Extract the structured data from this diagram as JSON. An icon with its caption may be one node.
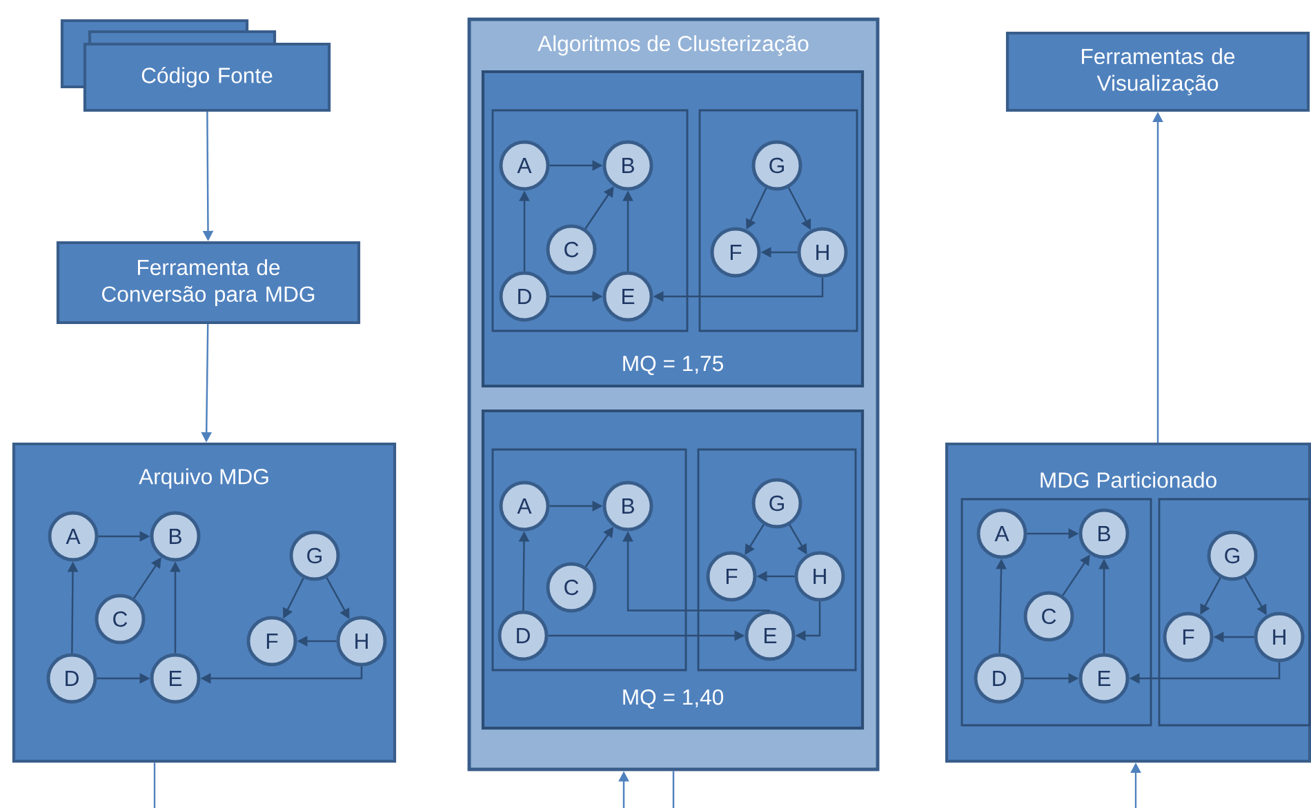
{
  "diagram": {
    "nodes": [
      {
        "text": [
          "Código Fonte"
        ]
      },
      {
        "text": [
          "Ferramenta de Conversão para MDG"
        ]
      },
      {
        "text": [
          "Arquivo MDG"
        ]
      },
      {
        "text": [
          "A"
        ],
        "in": 2
      },
      {
        "text": [
          "B"
        ],
        "in": 2
      },
      {
        "text": [
          "C"
        ],
        "in": 2
      },
      {
        "text": [
          "D"
        ],
        "in": 2
      },
      {
        "text": [
          "E"
        ],
        "in": 2
      },
      {
        "text": [
          "F"
        ],
        "in": 2
      },
      {
        "text": [
          "G"
        ],
        "in": 2
      },
      {
        "text": [
          "H"
        ],
        "in": 2
      },
      {
        "text": [
          "Algoritmos de Clusterização"
        ]
      },
      {
        "text": [
          "MQ = 1,75"
        ],
        "in": 11
      },
      {
        "text": [],
        "shape": "box",
        "in": 12
      },
      {
        "text": [],
        "shape": "box",
        "in": 12
      },
      {
        "text": [
          "A"
        ],
        "in": 13
      },
      {
        "text": [
          "B"
        ],
        "in": 13
      },
      {
        "text": [
          "C"
        ],
        "in": 13
      },
      {
        "text": [
          "D"
        ],
        "in": 13
      },
      {
        "text": [
          "E"
        ],
        "in": 13
      },
      {
        "text": [
          "F"
        ],
        "in": 14
      },
      {
        "text": [
          "G"
        ],
        "in": 14
      },
      {
        "text": [
          "H"
        ],
        "in": 14
      },
      {
        "text": [
          "MQ = 1,40"
        ],
        "in": 11
      },
      {
        "text": [],
        "shape": "box",
        "in": 23
      },
      {
        "text": [],
        "shape": "box",
        "in": 23
      },
      {
        "text": [
          "A"
        ],
        "in": 24
      },
      {
        "text": [
          "B"
        ],
        "in": 24
      },
      {
        "text": [
          "C"
        ],
        "in": 24
      },
      {
        "text": [
          "D"
        ],
        "in": 24
      },
      {
        "text": [
          "E"
        ],
        "in": 25
      },
      {
        "text": [
          "F"
        ],
        "in": 25
      },
      {
        "text": [
          "G"
        ],
        "in": 25
      },
      {
        "text": [
          "H"
        ],
        "in": 25
      },
      {
        "text": [
          "Ferramentas de Visualização"
        ]
      },
      {
        "text": [
          "MDG Particionado"
        ]
      },
      {
        "text": [],
        "shape": "box",
        "in": 35
      },
      {
        "text": [],
        "shape": "box",
        "in": 35
      },
      {
        "text": [
          "A"
        ],
        "in": 36
      },
      {
        "text": [
          "B"
        ],
        "in": 36
      },
      {
        "text": [
          "C"
        ],
        "in": 36
      },
      {
        "text": [
          "D"
        ],
        "in": 36
      },
      {
        "text": [
          "E"
        ],
        "in": 36
      },
      {
        "text": [
          "F"
        ],
        "in": 37
      },
      {
        "text": [
          "G"
        ],
        "in": 37
      },
      {
        "text": [
          "H"
        ],
        "in": 37
      }
    ],
    "edges": [
      {
        "from": 0,
        "to": 1,
        "arrow": "to",
        "color": "#4f81bd"
      },
      {
        "from": 1,
        "to": 2,
        "arrow": "to",
        "color": "#4f81bd"
      },
      {
        "from": 2,
        "to": null,
        "arrow": "none",
        "color": "#4f81bd"
      },
      {
        "from": null,
        "to": 11,
        "arrow": "to",
        "color": "#4f81bd"
      },
      {
        "from": 11,
        "to": null,
        "arrow": "none",
        "color": "#4f81bd"
      },
      {
        "from": null,
        "to": 35,
        "arrow": "to",
        "color": "#4f81bd"
      },
      {
        "from": 35,
        "to": 34,
        "arrow": "to",
        "color": "#4f81bd"
      },
      {
        "from": 3,
        "to": 4,
        "arrow": "to"
      },
      {
        "from": 5,
        "to": 4,
        "arrow": "to"
      },
      {
        "from": 6,
        "to": 3,
        "arrow": "to"
      },
      {
        "from": 6,
        "to": 7,
        "arrow": "to"
      },
      {
        "from": 7,
        "to": 4,
        "arrow": "to"
      },
      {
        "from": 9,
        "to": 8,
        "arrow": "to"
      },
      {
        "from": 9,
        "to": 10,
        "arrow": "to"
      },
      {
        "from": 10,
        "to": 8,
        "arrow": "to"
      },
      {
        "from": 10,
        "to": 7,
        "arrow": "to"
      },
      {
        "from": 15,
        "to": 16,
        "arrow": "to"
      },
      {
        "from": 17,
        "to": 16,
        "arrow": "to"
      },
      {
        "from": 18,
        "to": 15,
        "arrow": "to"
      },
      {
        "from": 18,
        "to": 19,
        "arrow": "to"
      },
      {
        "from": 19,
        "to": 16,
        "arrow": "to"
      },
      {
        "from": 21,
        "to": 20,
        "arrow": "to"
      },
      {
        "from": 21,
        "to": 22,
        "arrow": "to"
      },
      {
        "from": 22,
        "to": 20,
        "arrow": "to"
      },
      {
        "from": 22,
        "to": 19,
        "arrow": "to"
      },
      {
        "from": 26,
        "to": 27,
        "arrow": "to"
      },
      {
        "from": 28,
        "to": 27,
        "arrow": "to"
      },
      {
        "from": 29,
        "to": 26,
        "arrow": "to"
      },
      {
        "from": 29,
        "to": 30,
        "arrow": "to"
      },
      {
        "from": 30,
        "to": 27,
        "arrow": "to"
      },
      {
        "from": 32,
        "to": 31,
        "arrow": "to"
      },
      {
        "from": 32,
        "to": 33,
        "arrow": "to"
      },
      {
        "from": 33,
        "to": 31,
        "arrow": "to"
      },
      {
        "from": 33,
        "to": 30,
        "arrow": "to"
      },
      {
        "from": 38,
        "to": 39,
        "arrow": "to"
      },
      {
        "from": 40,
        "to": 39,
        "arrow": "to"
      },
      {
        "from": 41,
        "to": 38,
        "arrow": "to"
      },
      {
        "from": 41,
        "to": 42,
        "arrow": "to"
      },
      {
        "from": 42,
        "to": 39,
        "arrow": "to"
      },
      {
        "from": 44,
        "to": 43,
        "arrow": "to"
      },
      {
        "from": 44,
        "to": 45,
        "arrow": "to"
      },
      {
        "from": 45,
        "to": 43,
        "arrow": "to"
      },
      {
        "from": 45,
        "to": 42,
        "arrow": "to"
      }
    ]
  }
}
